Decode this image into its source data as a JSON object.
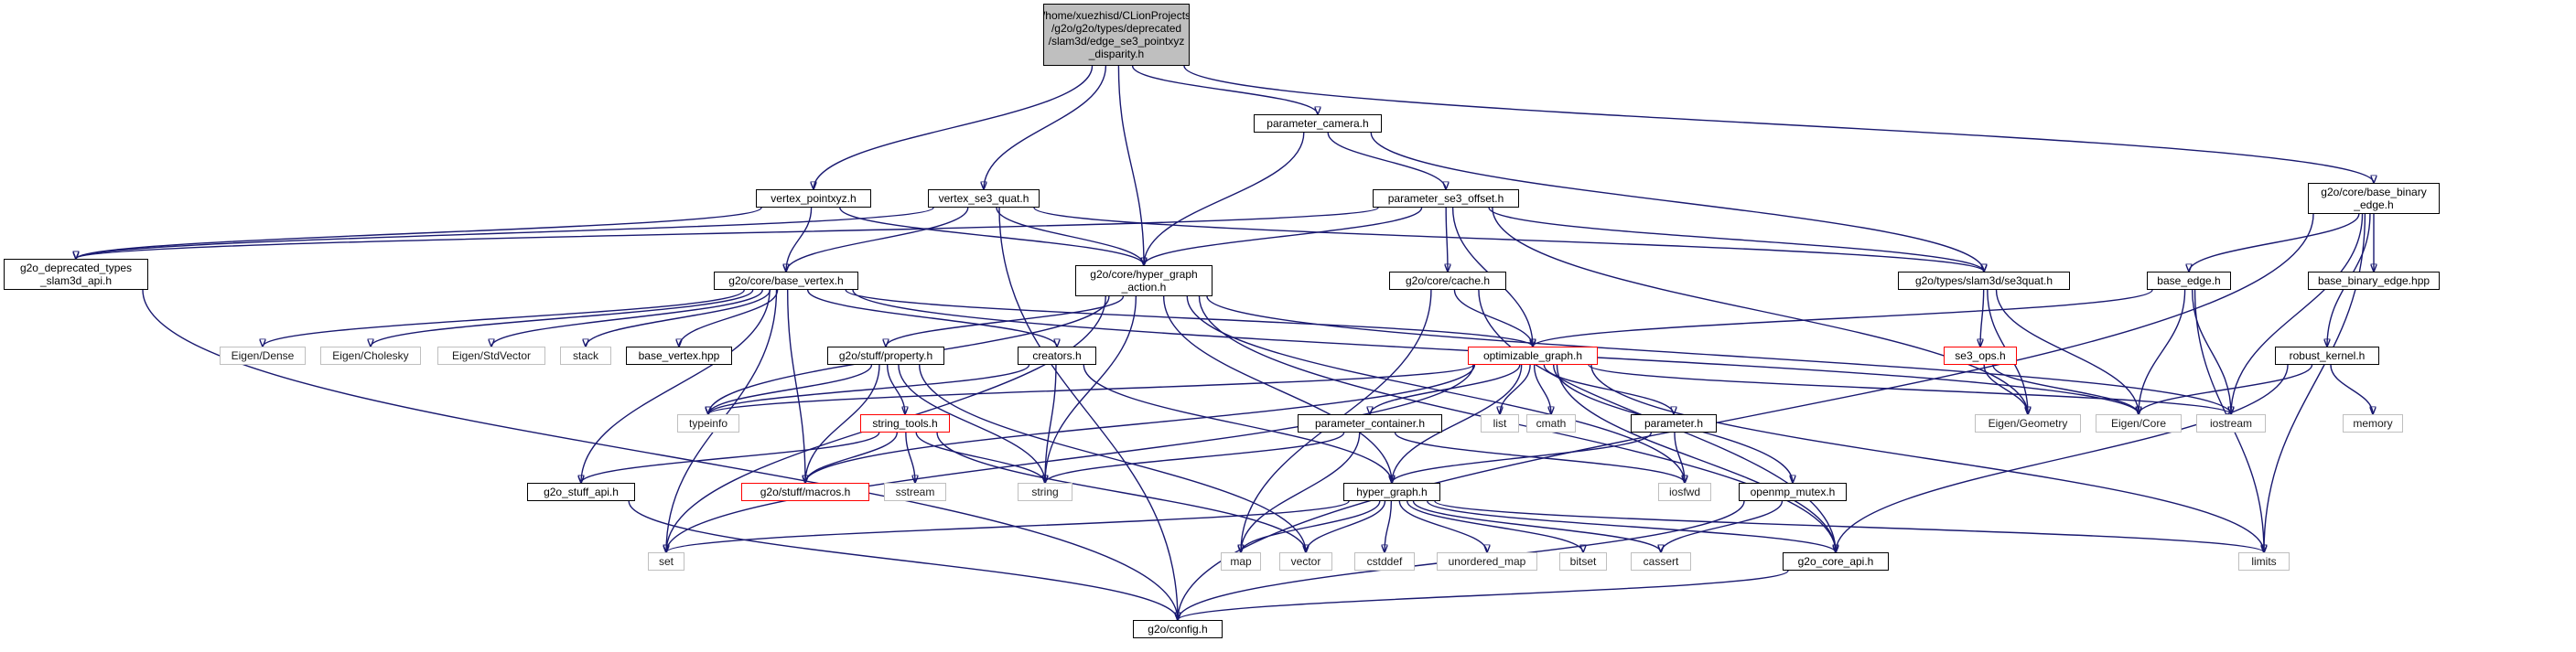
{
  "colors": {
    "edge": "#191970",
    "node_border": "#000000",
    "external_border": "#bfbfbf",
    "truncated_border": "#ff0000",
    "root_fill": "#bfbfbf"
  },
  "nodes": {
    "root": "/home/xuezhisd/CLionProjects\n/g2o/g2o/types/deprecated\n/slam3d/edge_se3_pointxyz\n_disparity.h",
    "vertex_pointxyz": "vertex_pointxyz.h",
    "vertex_se3_quat": "vertex_se3_quat.h",
    "parameter_camera": "parameter_camera.h",
    "base_binary_edge": "g2o/core/base_binary\n_edge.h",
    "deprecated_types_api": "g2o_deprecated_types\n_slam3d_api.h",
    "base_vertex": "g2o/core/base_vertex.h",
    "hyper_graph_action": "g2o/core/hyper_graph\n_action.h",
    "parameter_se3_offset": "parameter_se3_offset.h",
    "se3quat": "g2o/types/slam3d/se3quat.h",
    "base_edge": "base_edge.h",
    "base_binary_edge_hpp": "base_binary_edge.hpp",
    "cache": "g2o/core/cache.h",
    "eigen_dense": "Eigen/Dense",
    "eigen_cholesky": "Eigen/Cholesky",
    "eigen_stdvector": "Eigen/StdVector",
    "stack": "stack",
    "base_vertex_hpp": "base_vertex.hpp",
    "property": "g2o/stuff/property.h",
    "creators": "creators.h",
    "optimizable_graph": "optimizable_graph.h",
    "se3_ops": "se3_ops.h",
    "robust_kernel": "robust_kernel.h",
    "typeinfo": "typeinfo",
    "string_tools": "string_tools.h",
    "parameter_container": "parameter_container.h",
    "list": "list",
    "cmath": "cmath",
    "parameter": "parameter.h",
    "eigen_geometry": "Eigen/Geometry",
    "eigen_core": "Eigen/Core",
    "iostream": "iostream",
    "memory": "memory",
    "g2o_stuff_api": "g2o_stuff_api.h",
    "macros": "g2o/stuff/macros.h",
    "sstream": "sstream",
    "string": "string",
    "hyper_graph": "hyper_graph.h",
    "iosfwd": "iosfwd",
    "openmp_mutex": "openmp_mutex.h",
    "set": "set",
    "map": "map",
    "vector": "vector",
    "cstddef": "cstddef",
    "unordered_map": "unordered_map",
    "bitset": "bitset",
    "cassert": "cassert",
    "g2o_core_api": "g2o_core_api.h",
    "limits": "limits",
    "config": "g2o/config.h"
  }
}
